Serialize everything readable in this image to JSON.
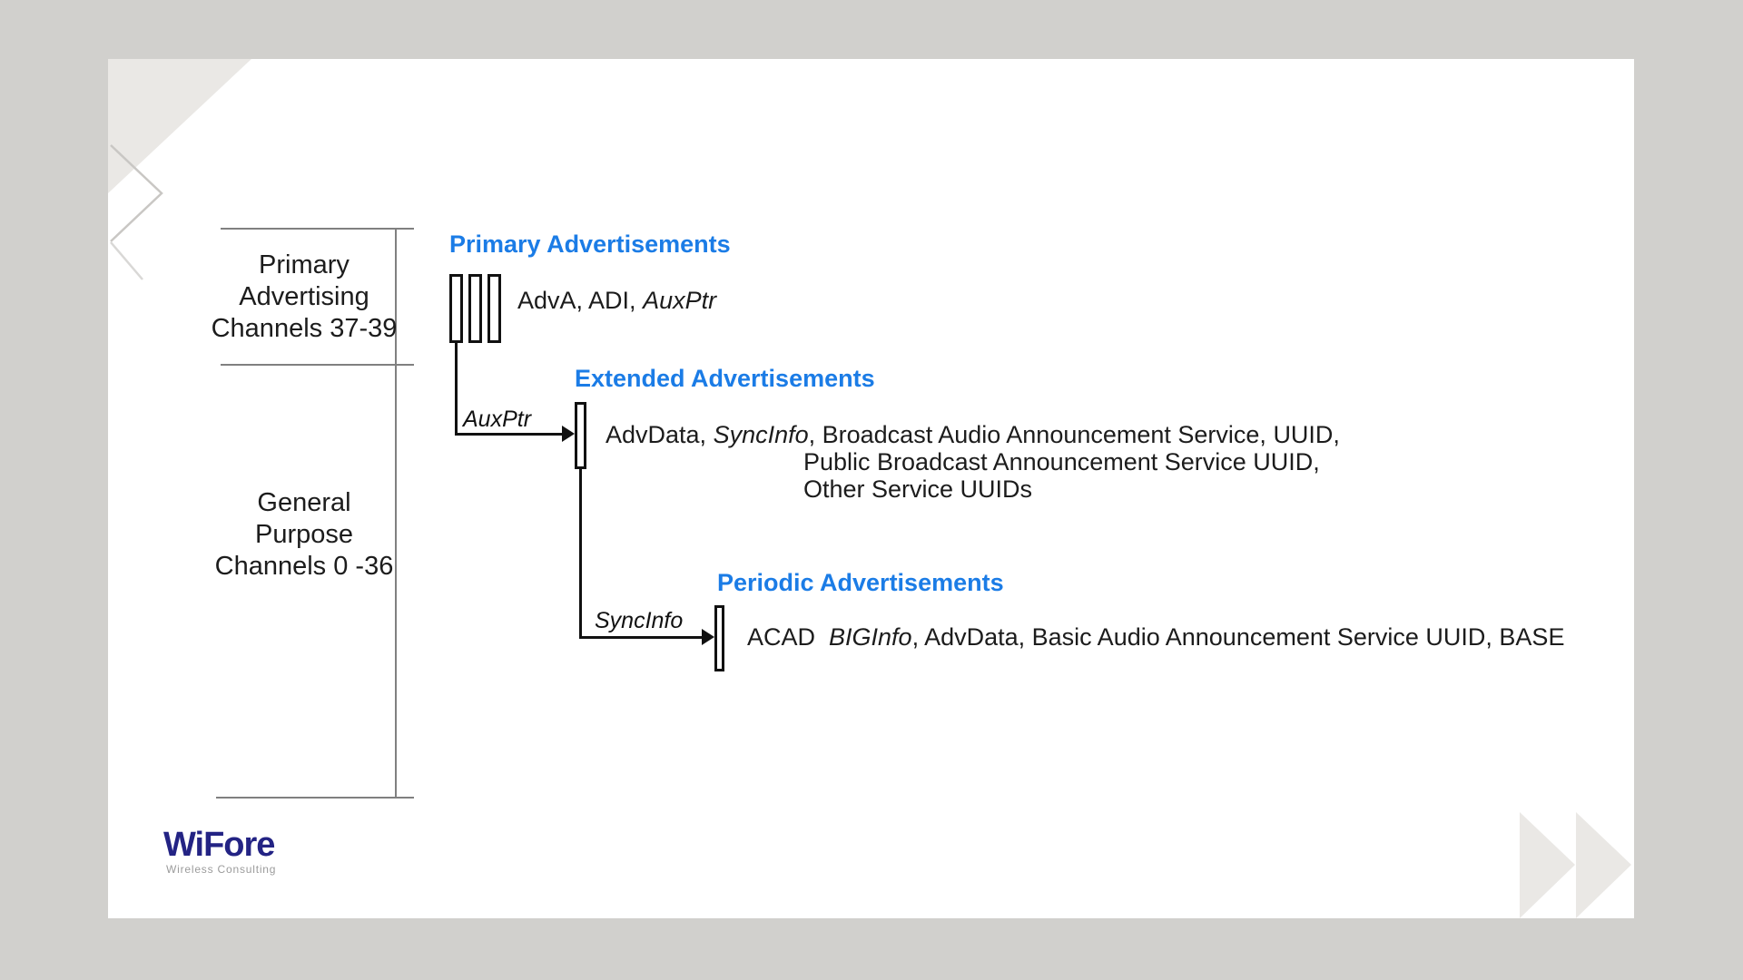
{
  "colors": {
    "page_bg": "#d1d0cd",
    "slide_bg": "#ffffff",
    "accent_blue": "#1b7ce6",
    "text_dark": "#1c1c1c",
    "bracket_gray": "#808080",
    "logo_navy": "#232384",
    "logo_gray": "#9b9b9b",
    "decor_gray": "#eae8e5",
    "decor_stroke": "#c9c7c4"
  },
  "bracket": {
    "primary_lines": [
      "Primary",
      "Advertising",
      "Channels 37-39"
    ],
    "general_lines": [
      "General",
      "Purpose",
      "Channels 0 -36"
    ]
  },
  "primary": {
    "title": "Primary Advertisements",
    "payload_pre": "AdvA, ADI, ",
    "payload_italic": "AuxPtr"
  },
  "extended": {
    "title": "Extended Advertisements",
    "arrow_label": "AuxPtr",
    "line1_pre": "AdvData, ",
    "line1_italic": "SyncInfo",
    "line1_post": ", Broadcast Audio Announcement Service, UUID,",
    "line2": "Public Broadcast Announcement Service UUID,",
    "line3": "Other Service UUIDs"
  },
  "periodic": {
    "title": "Periodic Advertisements",
    "arrow_label": "SyncInfo",
    "line_pre": "ACAD  ",
    "line_italic": "BIGInfo",
    "line_post": ", AdvData, Basic Audio Announcement Service UUID, BASE"
  },
  "logo": {
    "name": "WiFore",
    "tagline": "Wireless Consulting"
  }
}
